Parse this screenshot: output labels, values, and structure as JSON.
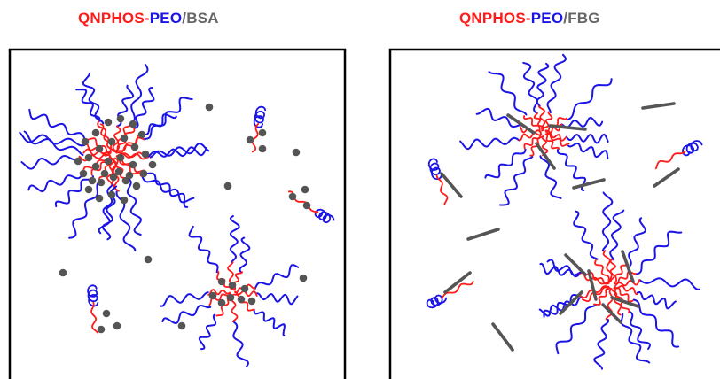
{
  "panels": [
    {
      "title_parts": [
        {
          "text": "QNPHOS",
          "color": "#ff1a1a"
        },
        {
          "text": "-",
          "color": "#ff1a1a"
        },
        {
          "text": "PEO",
          "color": "#1a14e6"
        },
        {
          "text": "/",
          "color": "#666666"
        },
        {
          "text": "BSA",
          "color": "#666666"
        }
      ]
    },
    {
      "title_parts": [
        {
          "text": "QNPHOS",
          "color": "#ff1a1a"
        },
        {
          "text": "-",
          "color": "#ff1a1a"
        },
        {
          "text": "PEO",
          "color": "#1a14e6"
        },
        {
          "text": "/",
          "color": "#666666"
        },
        {
          "text": "FBG",
          "color": "#666666"
        }
      ]
    }
  ],
  "colors": {
    "qnphos_block": "#ff1a1a",
    "peo_block": "#1a14e6",
    "protein": "#555555",
    "frame": "#000000"
  }
}
